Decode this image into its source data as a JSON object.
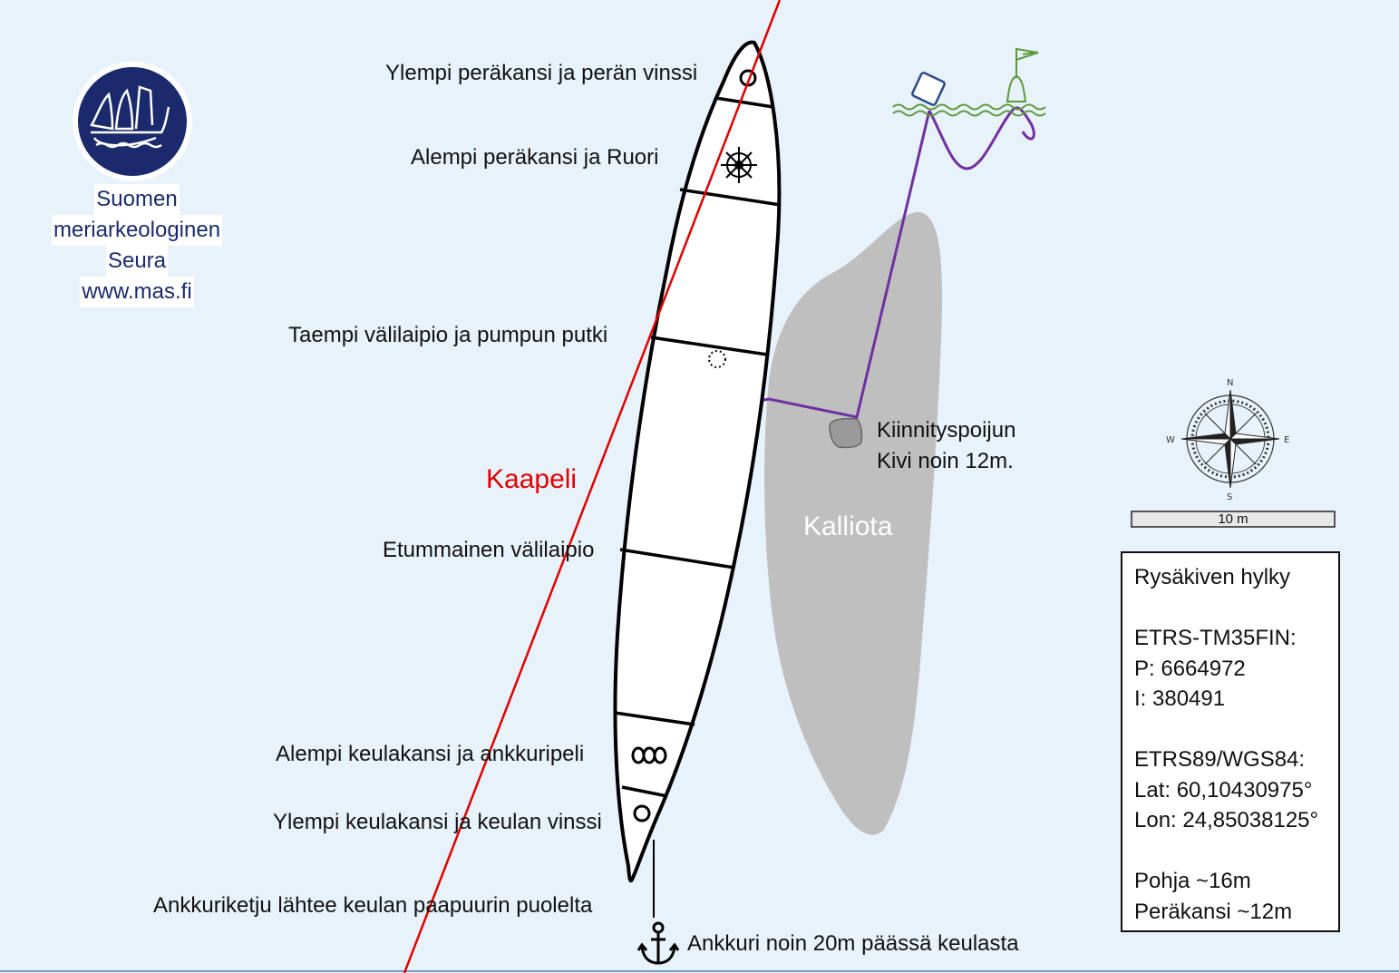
{
  "logo": {
    "org_lines": [
      "Suomen",
      "meriarkeologinen",
      "Seura",
      "www.mas.fi"
    ]
  },
  "labels": {
    "upper_stern": "Ylempi peräkansi ja perän vinssi",
    "lower_stern": "Alempi peräkansi ja Ruori",
    "rear_bulkhead": "Taempi välilaipio ja pumpun putki",
    "front_bulkhead": "Etummainen välilaipio",
    "lower_bow": "Alempi keulakansi ja ankkuripeli",
    "upper_bow": "Ylempi keulakansi ja keulan vinssi",
    "anchor_chain": "Ankkuriketju lähtee keulan paapuurin puolelta",
    "anchor": "Ankkuri noin 20m päässä keulasta",
    "mooring_stone_line1": "Kiinnityspoijun",
    "mooring_stone_line2": "Kivi noin 12m.",
    "cable": "Kaapeli",
    "rock": "Kalliota"
  },
  "compass": {
    "n": "N",
    "e": "E",
    "s": "S",
    "w": "W"
  },
  "scale_bar": {
    "label": "10 m"
  },
  "info": {
    "title": "Rysäkiven hylky",
    "crs1": "ETRS-TM35FIN:",
    "p": "P: 6664972",
    "i": "I: 380491",
    "crs2": "ETRS89/WGS84:",
    "lat": "Lat: 60,10430975°",
    "lon": "Lon: 24,85038125°",
    "bottom_depth": "Pohja ~16m",
    "deck_depth": "Peräkansi ~12m"
  },
  "colors": {
    "water": "#e8f2fb",
    "cable": "#e00000",
    "mooring_line": "#7030a0",
    "rock": "#bfbfbf",
    "logo": "#1a2a6c",
    "buoy_green": "#5a9a3a"
  },
  "icons": [
    "ship-logo-icon",
    "ship-wheel-icon",
    "winch-icon",
    "pump-pipe-icon",
    "windlass-icon",
    "anchor-icon",
    "compass-rose-icon",
    "diamond-buoy-icon",
    "bell-buoy-icon"
  ]
}
